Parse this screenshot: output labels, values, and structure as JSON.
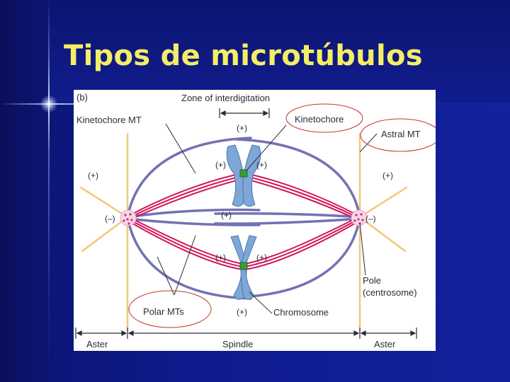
{
  "slide": {
    "title": "Tipos de microtúbulos"
  },
  "figure": {
    "panel_label": "(b)",
    "labels": {
      "zone_of_interdigitation": "Zone of interdigitation",
      "kinetochore_mt": "Kinetochore MT",
      "kinetochore": "Kinetochore",
      "astral_mt": "Astral MT",
      "polar_mts": "Polar MTs",
      "chromosome": "Chromosome",
      "pole_line1": "Pole",
      "pole_line2": "(centrosome)"
    },
    "signs": {
      "plus": "(+)",
      "minus": "(–)"
    },
    "regions": {
      "aster_left": "Aster",
      "spindle": "Spindle",
      "aster_right": "Aster"
    },
    "colors": {
      "kinetochore_mt": "#d2145a",
      "polar_mt": "#7272b4",
      "astral_mt": "#f0c878",
      "chromosome": "#7da7d6",
      "kinetochore": "#3a9a3a",
      "highlight_circle": "#c0392b"
    }
  }
}
